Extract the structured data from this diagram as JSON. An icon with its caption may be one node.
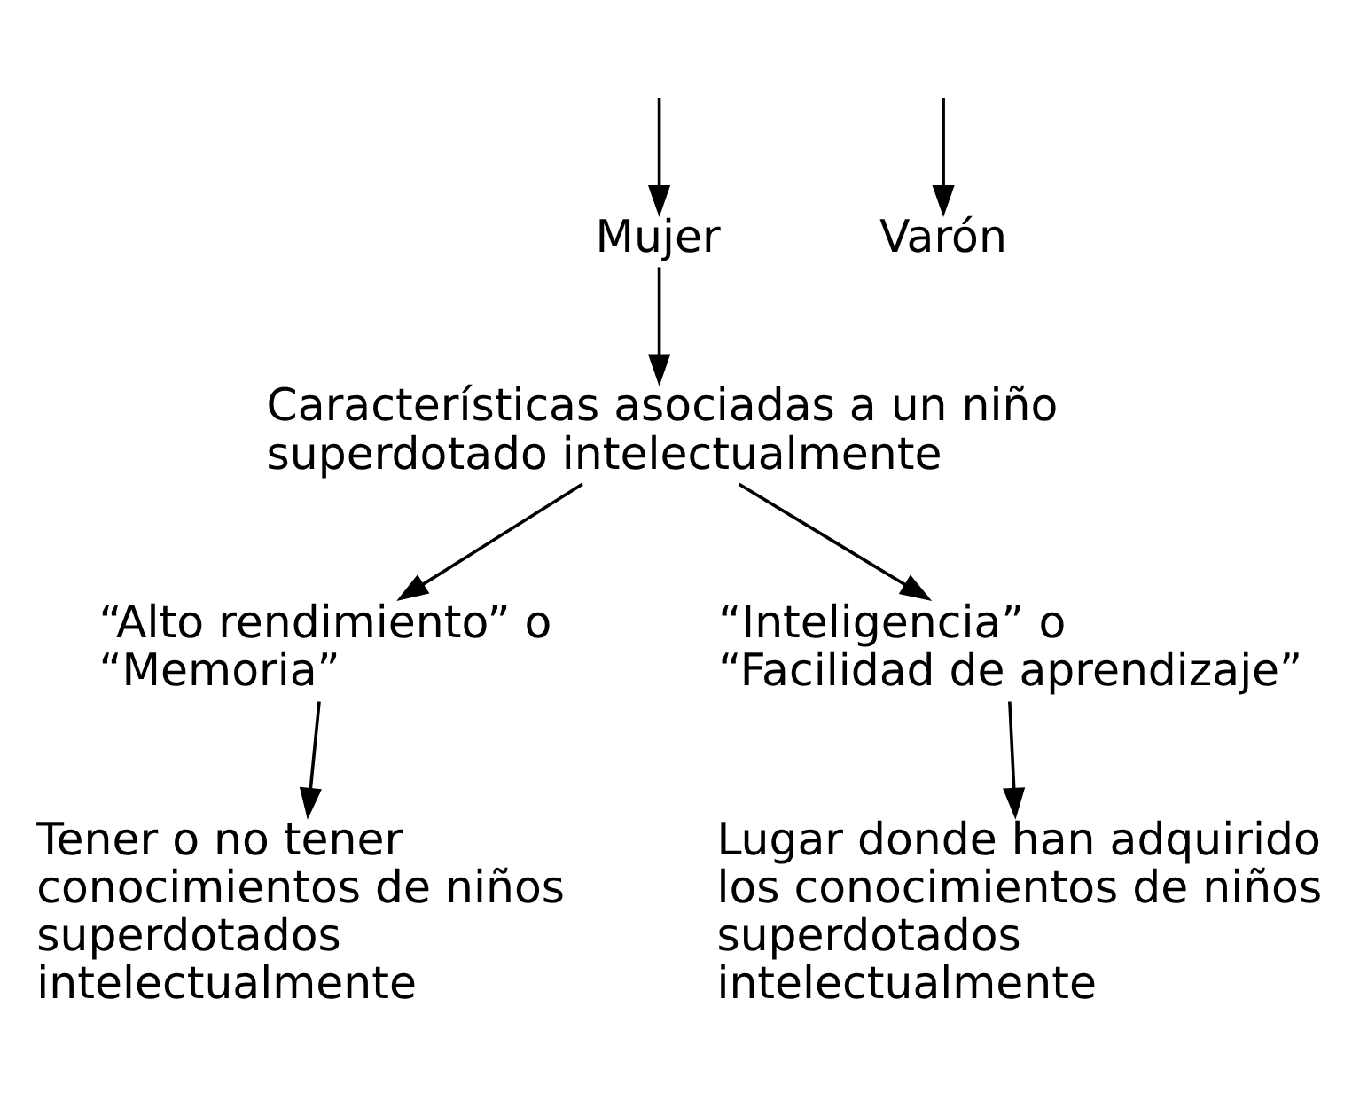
{
  "diagram": {
    "nodes": [
      {
        "text": [
          "Mujer"
        ]
      },
      {
        "text": [
          "Varón"
        ]
      },
      {
        "text": [
          "Características asociadas a un niño superdotado intelectualmente"
        ]
      },
      {
        "text": [
          "“Alto rendimiento” o “Memoria”"
        ]
      },
      {
        "text": [
          "“Inteligencia” o “Facilidad de aprendizaje”"
        ]
      },
      {
        "text": [
          "Tener o no tener conocimientos de niños superdotados intelectualmente"
        ]
      },
      {
        "text": [
          "Lugar donde han adquirido los conocimientos de niños superdotados intelectualmente"
        ]
      }
    ],
    "edges": [
      {
        "from": null,
        "to": 0,
        "arrow": "to"
      },
      {
        "from": null,
        "to": 1,
        "arrow": "to"
      },
      {
        "from": 0,
        "to": 2,
        "arrow": "to"
      },
      {
        "from": 2,
        "to": 3,
        "arrow": "to"
      },
      {
        "from": 2,
        "to": 4,
        "arrow": "to"
      },
      {
        "from": 3,
        "to": 5,
        "arrow": "to"
      },
      {
        "from": 4,
        "to": 6,
        "arrow": "to"
      }
    ]
  }
}
